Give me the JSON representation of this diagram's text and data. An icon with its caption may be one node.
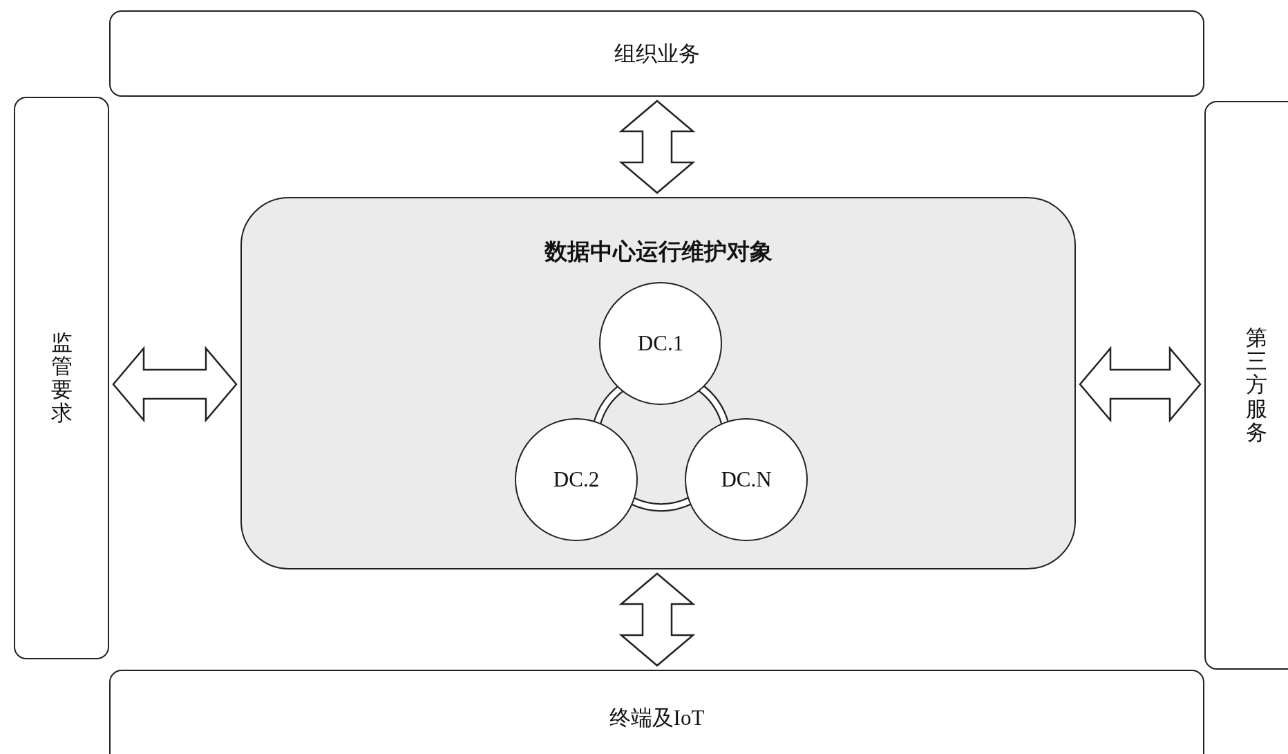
{
  "diagram": {
    "nodes": [
      {
        "text": [
          "组织业务"
        ]
      },
      {
        "text": [
          "监管要求"
        ]
      },
      {
        "text": [
          "数据中心运行维护对象"
        ]
      },
      {
        "text": [
          "DC.1"
        ],
        "in": 2
      },
      {
        "text": [
          "DC.2"
        ],
        "in": 2
      },
      {
        "text": [
          "DC.N"
        ],
        "in": 2
      },
      {
        "text": [
          "第三方服务"
        ]
      },
      {
        "text": [
          "终端及IoT"
        ]
      }
    ],
    "edges": [
      {
        "from": 0,
        "to": 2,
        "arrow": "both"
      },
      {
        "from": 1,
        "to": 2,
        "arrow": "both"
      },
      {
        "from": 2,
        "to": 6,
        "arrow": "both"
      },
      {
        "from": 2,
        "to": 7,
        "arrow": "both"
      },
      {
        "from": 3,
        "to": 4,
        "arrow": "none"
      },
      {
        "from": 3,
        "to": 5,
        "arrow": "none"
      },
      {
        "from": 4,
        "to": 5,
        "arrow": "none"
      }
    ]
  }
}
